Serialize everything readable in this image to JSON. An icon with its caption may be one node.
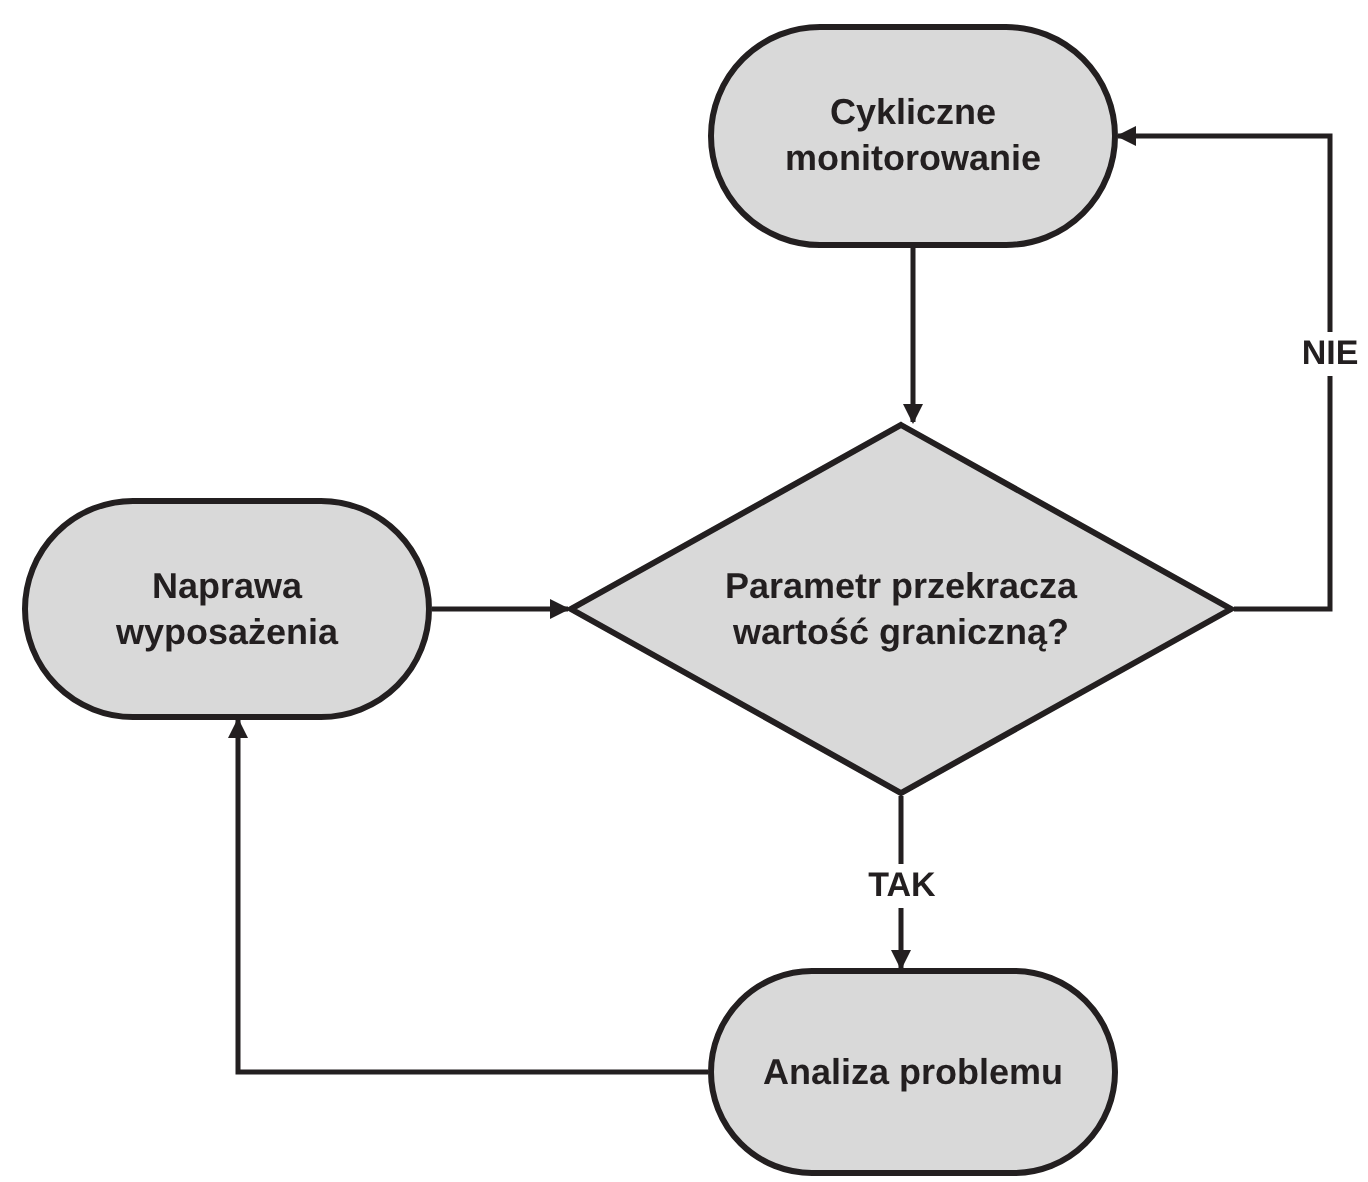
{
  "diagram": {
    "nodes": [
      {
        "text": [
          "Cykliczne monitorowanie"
        ]
      },
      {
        "text": [
          "Parametr przekracza wartość graniczną?"
        ]
      },
      {
        "text": [
          "Naprawa wyposażenia"
        ]
      },
      {
        "text": [
          "Analiza problemu"
        ]
      }
    ],
    "edges": [
      {
        "from": 0,
        "to": 1,
        "arrow": "to"
      },
      {
        "from": 1,
        "to": 0,
        "arrow": "to",
        "label": "NIE"
      },
      {
        "from": 2,
        "to": 1,
        "arrow": "to"
      },
      {
        "from": 1,
        "to": 3,
        "arrow": "to",
        "label": "TAK"
      },
      {
        "from": 3,
        "to": 2,
        "arrow": "to"
      }
    ]
  }
}
